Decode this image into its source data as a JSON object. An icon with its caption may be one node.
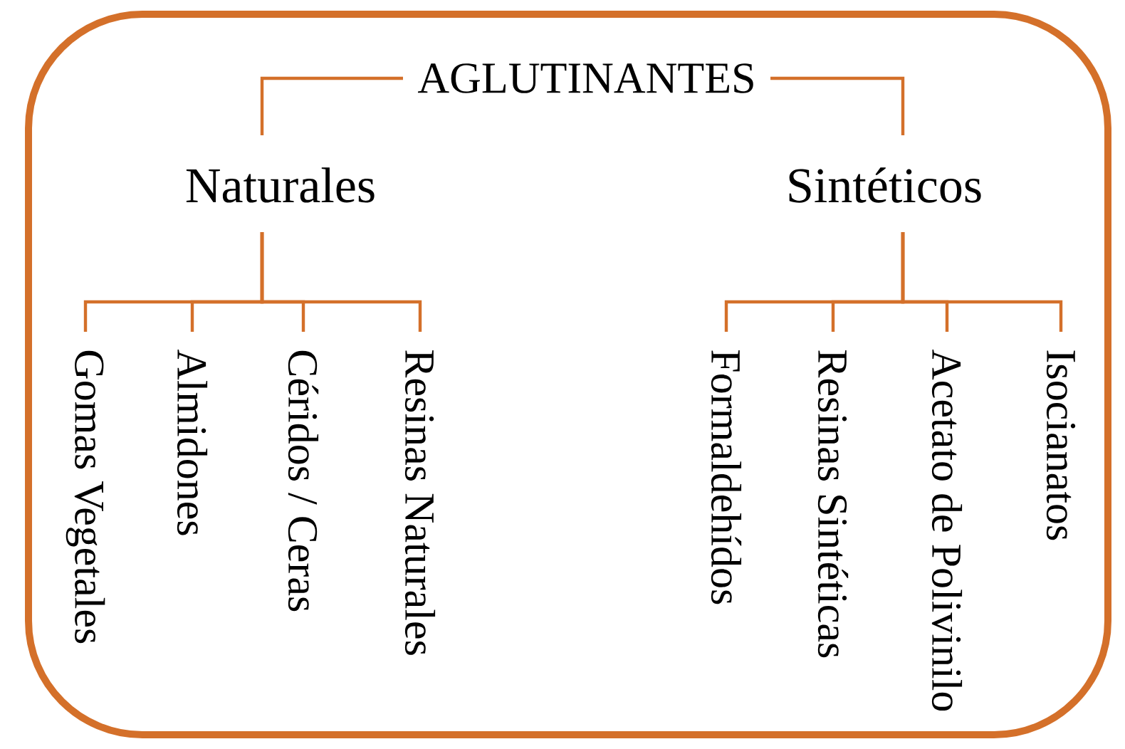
{
  "diagram": {
    "nodes": [
      {
        "text": [],
        "shape": "box"
      },
      {
        "text": [
          "AGLUTINANTES"
        ],
        "in": 0
      },
      {
        "text": [
          "Naturales"
        ],
        "in": 0
      },
      {
        "text": [
          "Sintéticos"
        ],
        "in": 0
      },
      {
        "text": [
          "Gomas Vegetales"
        ],
        "in": 0
      },
      {
        "text": [
          "Almidones"
        ],
        "in": 0
      },
      {
        "text": [
          "Céridos / Ceras"
        ],
        "in": 0
      },
      {
        "text": [
          "Resinas Naturales"
        ],
        "in": 0
      },
      {
        "text": [
          "Formaldehídos"
        ],
        "in": 0
      },
      {
        "text": [
          "Resinas Sintéticas"
        ],
        "in": 0
      },
      {
        "text": [
          "Acetato de Polivinilo"
        ],
        "in": 0
      },
      {
        "text": [
          "Isocianatos"
        ],
        "in": 0
      }
    ],
    "edges": [
      {
        "from": 1,
        "to": 2,
        "arrow": "none"
      },
      {
        "from": 1,
        "to": 3,
        "arrow": "none"
      },
      {
        "from": 2,
        "to": 4,
        "arrow": "none"
      },
      {
        "from": 2,
        "to": 5,
        "arrow": "none"
      },
      {
        "from": 2,
        "to": 6,
        "arrow": "none"
      },
      {
        "from": 2,
        "to": 7,
        "arrow": "none"
      },
      {
        "from": 3,
        "to": 8,
        "arrow": "none"
      },
      {
        "from": 3,
        "to": 9,
        "arrow": "none"
      },
      {
        "from": 3,
        "to": 10,
        "arrow": "none"
      },
      {
        "from": 3,
        "to": 11,
        "arrow": "none"
      }
    ]
  }
}
